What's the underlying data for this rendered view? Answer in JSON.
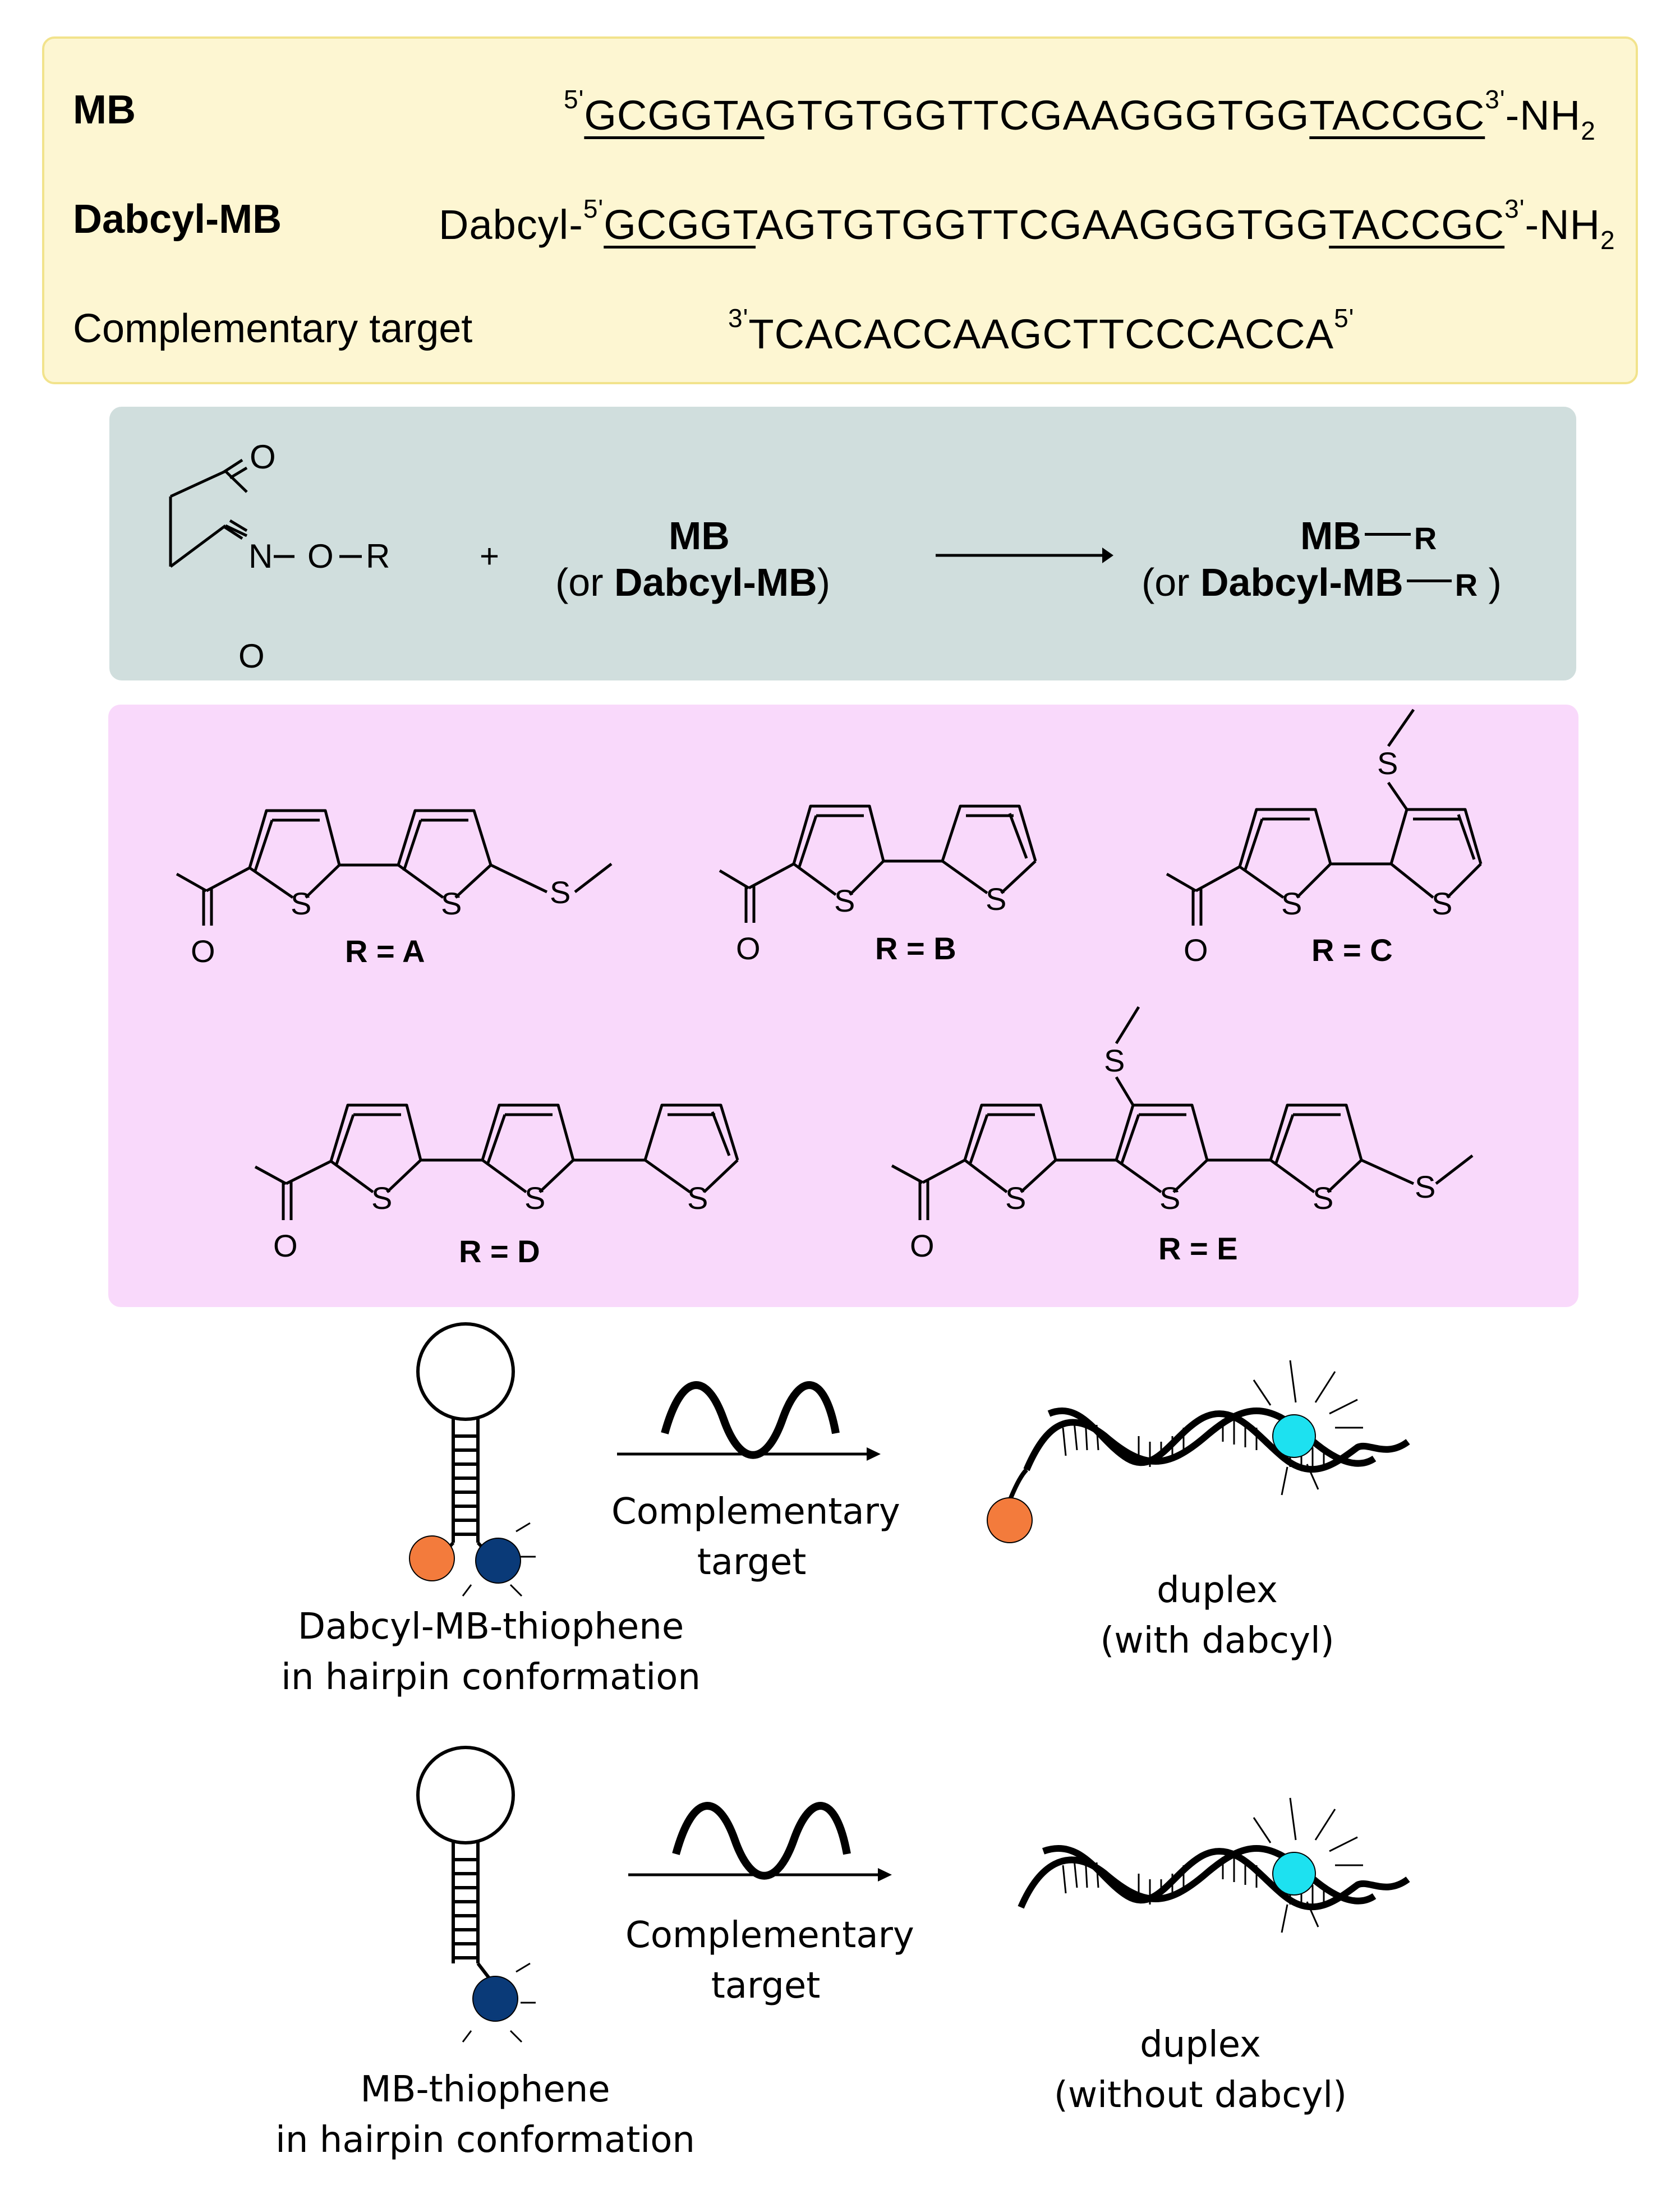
{
  "sequences": {
    "mb": {
      "name": "MB",
      "p5": "5'",
      "stem5": "GCGGTA",
      "loop": "GTGTGGTTCGAAGGGTGG",
      "stem3": "TACCGC",
      "p3": "3'",
      "end": "-NH",
      "end_sub": "2"
    },
    "dabcyl_mb": {
      "name": "Dabcyl-MB",
      "prefix": "Dabcyl-",
      "p5": "5'",
      "stem5": "GCGGT",
      "loop": "AGTGTGGTTCGAAGGGTGG",
      "stem3": "TACCGC",
      "p3": "3'",
      "end": "-NH",
      "end_sub": "2"
    },
    "target": {
      "name": "Complementary target",
      "p3": "3'",
      "seq": "TCACACCAAGCTTCCCACCA",
      "p5": "5'"
    }
  },
  "reaction": {
    "O_top": "O",
    "N": "N",
    "O_link": "O",
    "R": "R",
    "O_bottom": "O",
    "plus": "+",
    "reactant_main": "MB",
    "reactant_alt_open": "(or ",
    "reactant_alt_bold": "Dabcyl-MB",
    "reactant_alt_close": ")",
    "product_main": "MB",
    "product_R": "R",
    "product_alt_open": "(or ",
    "product_alt_bold": "Dabcyl-MB",
    "product_alt_R": "R",
    "product_alt_close": " )"
  },
  "substituents": {
    "A": {
      "label": "R = A",
      "atoms": {
        "O": "O",
        "S1": "S",
        "S2": "S",
        "S3": "S"
      }
    },
    "B": {
      "label": "R = B",
      "atoms": {
        "O": "O",
        "S1": "S",
        "S2": "S"
      }
    },
    "C": {
      "label": "R = C",
      "atoms": {
        "O": "O",
        "S1": "S",
        "S2": "S",
        "S3": "S"
      }
    },
    "D": {
      "label": "R = D",
      "atoms": {
        "O": "O",
        "S1": "S",
        "S2": "S",
        "S3": "S"
      }
    },
    "E": {
      "label": "R = E",
      "atoms": {
        "O": "O",
        "S1": "S",
        "S2": "S",
        "S3": "S",
        "S4": "S",
        "S5": "S"
      }
    }
  },
  "schemes": {
    "top": {
      "arrow_line1": "Complementary",
      "arrow_line2": "target",
      "left_line1": "Dabcyl-MB-thiophene",
      "left_line2": "in hairpin conformation",
      "right_line1": "duplex",
      "right_line2": "(with dabcyl)"
    },
    "bottom": {
      "arrow_line1": "Complementary",
      "arrow_line2": "target",
      "left_line1": "MB-thiophene",
      "left_line2": "in hairpin conformation",
      "right_line1": "duplex",
      "right_line2": "(without dabcyl)"
    }
  },
  "colors": {
    "quencher": "#f37b3c",
    "fluorophore_hairpin": "#0a3a78",
    "fluorophore_duplex": "#1de1f0",
    "seq_box": "#fdf6d2",
    "reaction_box": "#d0dedd",
    "r_box": "#f9d9fb"
  }
}
